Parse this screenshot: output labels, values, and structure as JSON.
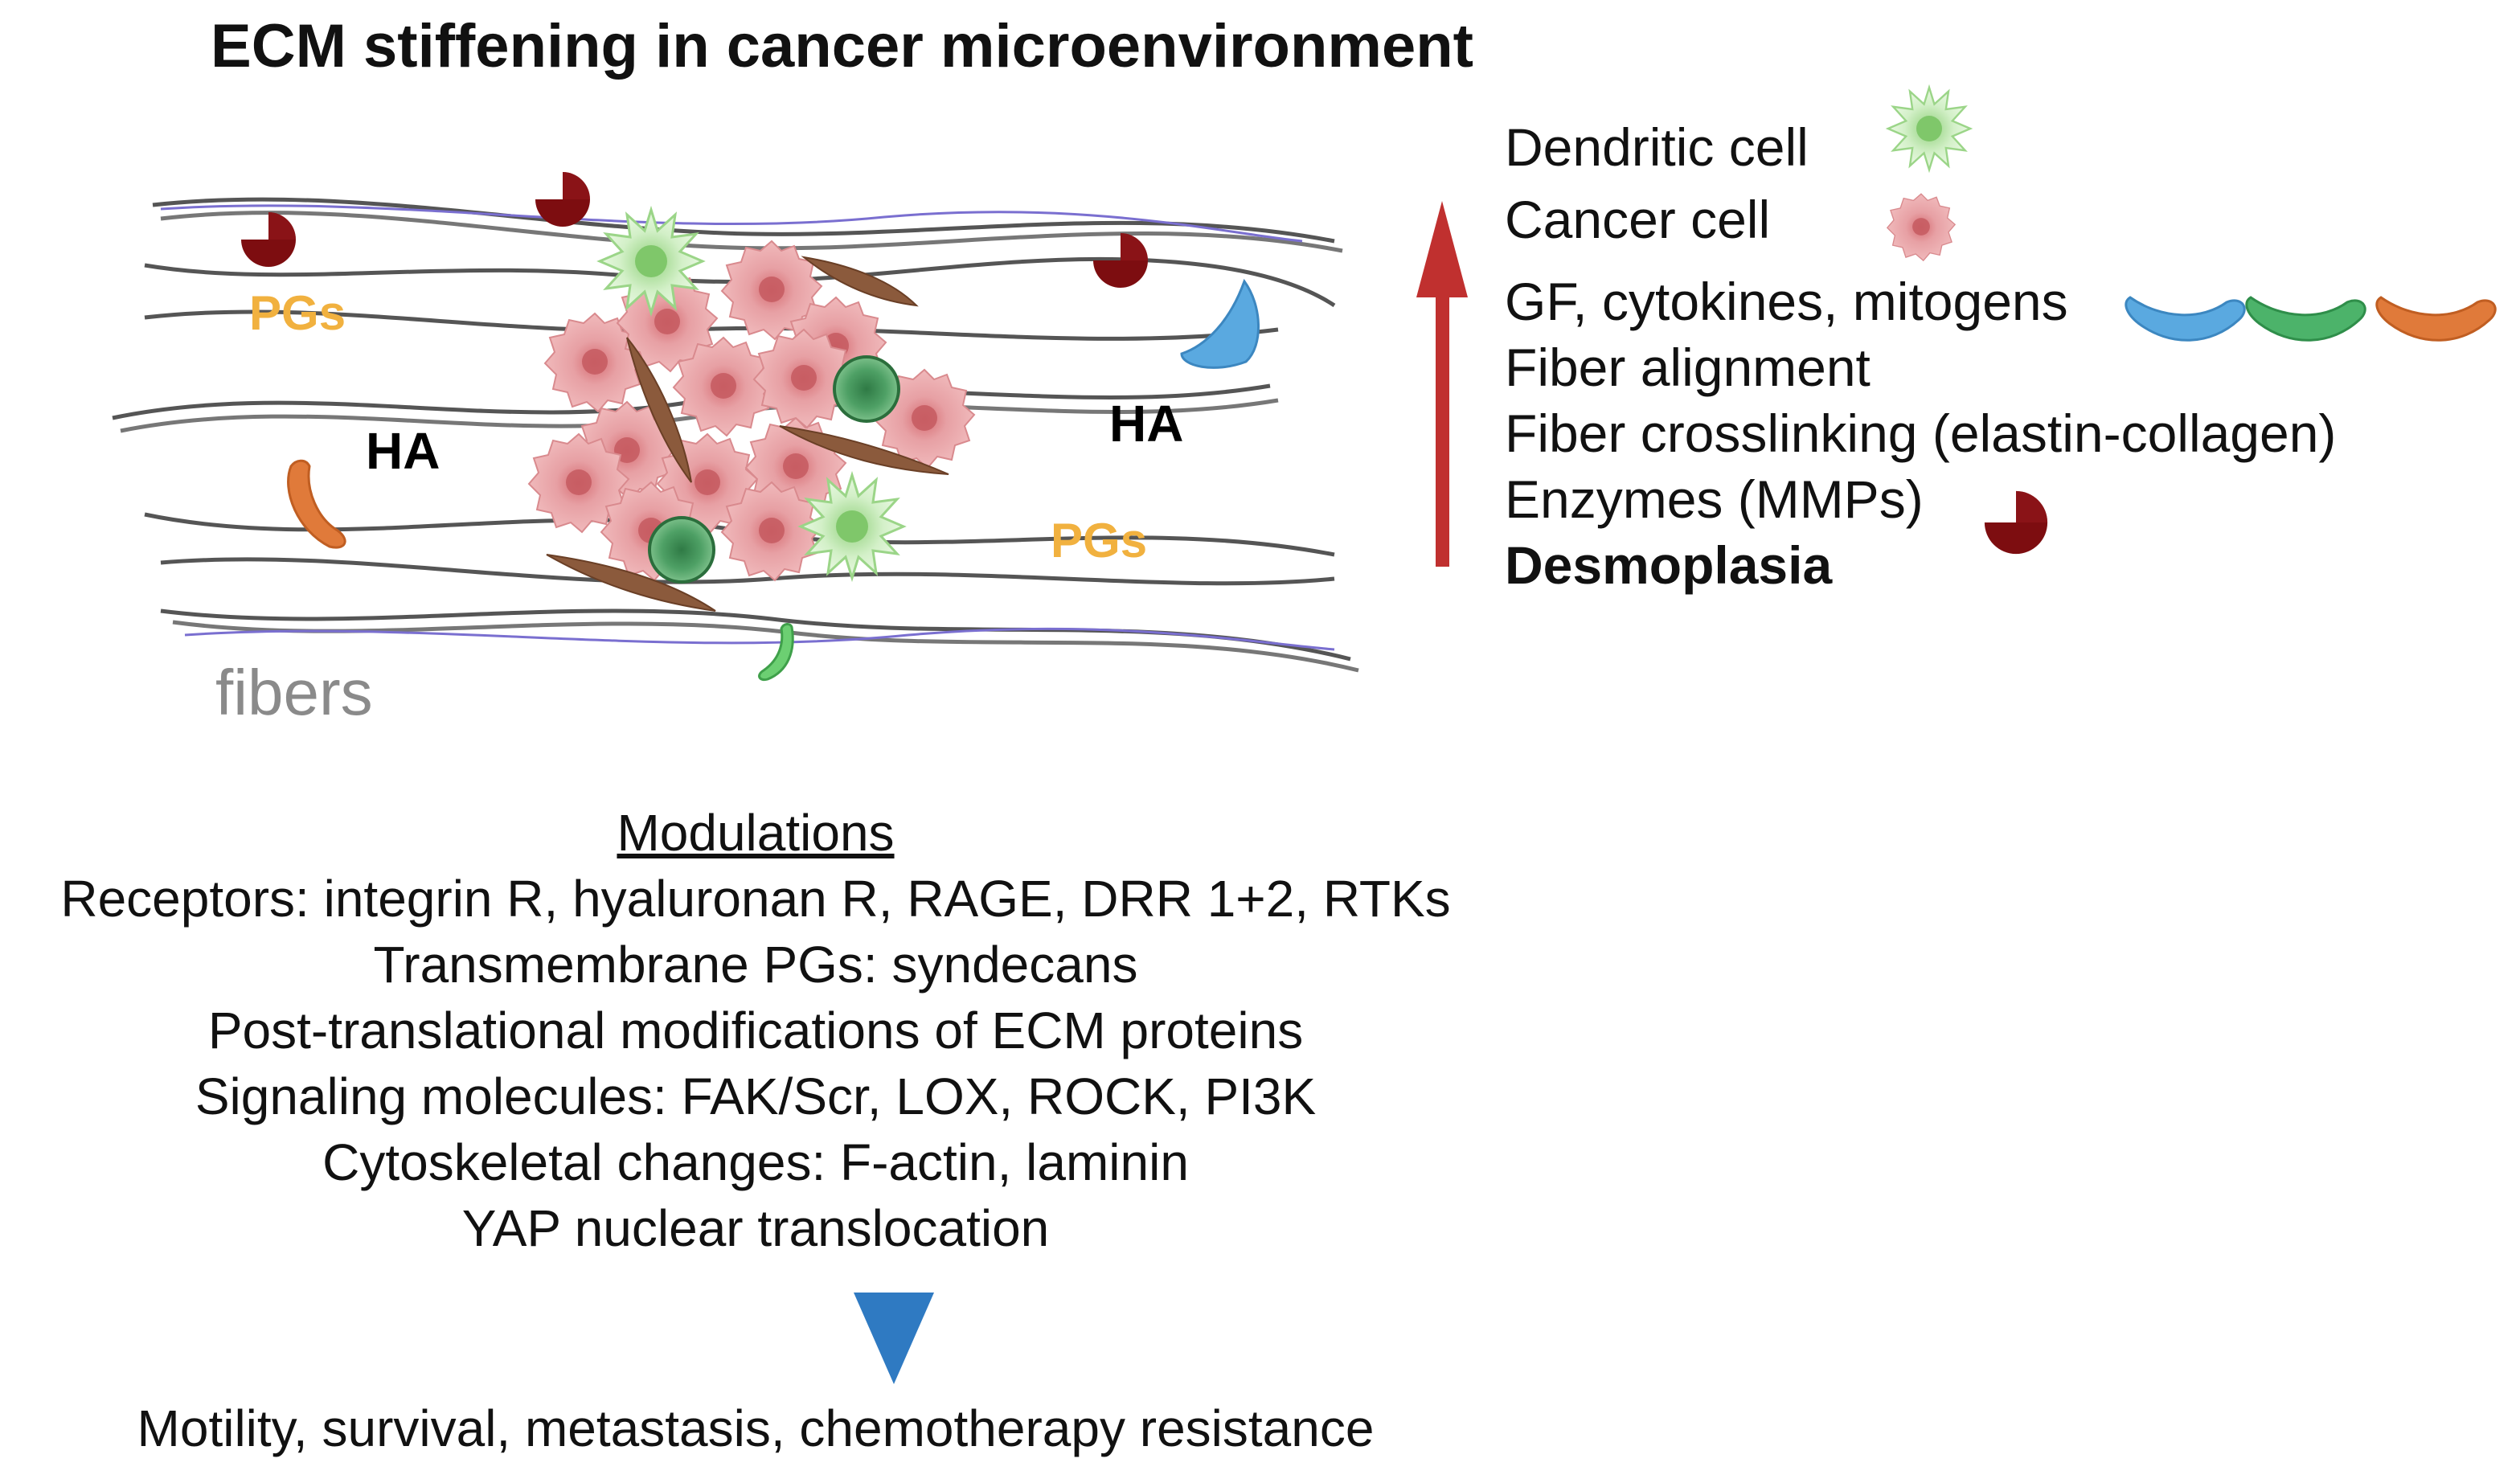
{
  "title": "ECM stiffening in cancer microenvironment",
  "scene_labels": {
    "pgs_left": "PGs",
    "pgs_right": "PGs",
    "ha_left": "HA",
    "ha_right": "HA",
    "fibers": "fibers"
  },
  "legend": {
    "items": [
      {
        "label": "Dendritic cell",
        "icon": "dendritic-cell-icon"
      },
      {
        "label": "Cancer cell",
        "icon": "cancer-cell-icon"
      },
      {
        "label": "GF, cytokines, mitogens",
        "icon": "growth-factor-icons"
      },
      {
        "label": "Fiber alignment"
      },
      {
        "label": "Fiber crosslinking (elastin-collagen)"
      },
      {
        "label": "Enzymes (MMPs)",
        "icon": "mmp-enzyme-icon"
      },
      {
        "label": "Desmoplasia",
        "bold": true
      }
    ],
    "arrow_direction": "up",
    "arrow_color": "#c0302f"
  },
  "modulations": {
    "heading": "Modulations",
    "lines": [
      "Receptors: integrin R, hyaluronan R, RAGE, DRR 1+2, RTKs",
      "Transmembrane PGs: syndecans",
      "Post-translational modifications of ECM proteins",
      "Signaling molecules: FAK/Scr, LOX, ROCK, PI3K",
      "Cytoskeletal changes: F-actin, laminin",
      "YAP nuclear translocation"
    ],
    "arrow_direction": "down",
    "arrow_color": "#2f7ac2"
  },
  "outcome": "Motility, survival, metastasis, chemotherapy resistance",
  "colors": {
    "pg_label": "#f1b13f",
    "cancer_cell": "#e59a9d",
    "dendritic_cell": "#b8e6a6",
    "mmp": "#7d0d10",
    "fibroblast": "#8b5a3c",
    "gf_blue": "#5aa9e0",
    "gf_green": "#4cb36a",
    "gf_orange": "#e07a3a"
  }
}
